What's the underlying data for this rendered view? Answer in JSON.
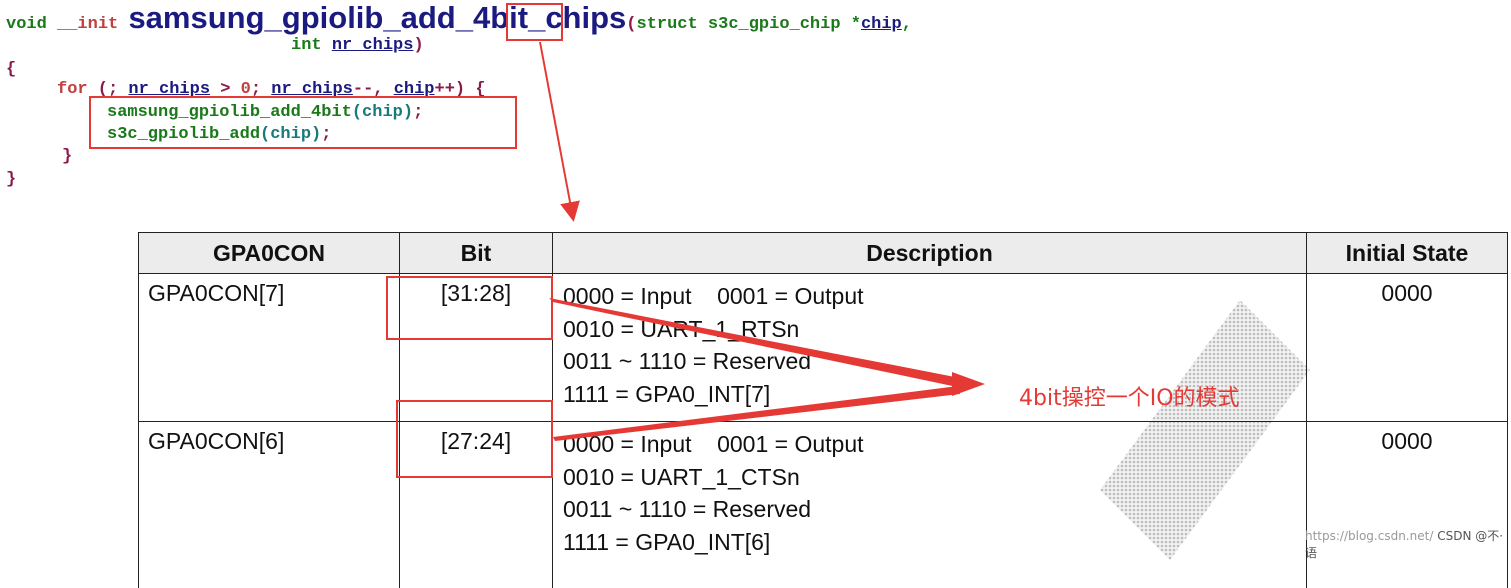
{
  "code": {
    "line1": {
      "kw_void": "void",
      "kw_init": "__init",
      "func_name_a": "samsung_gpiolib_add_",
      "func_name_b": "4bit",
      "func_name_c": "_chips",
      "open_paren": "(",
      "kw_struct": "struct s3c_gpio_chip *",
      "param1": "chip",
      "comma": ","
    },
    "line2": {
      "kw_int": "int",
      "param2": "nr_chips",
      "close_paren": ")"
    },
    "line3": "{",
    "line4": {
      "kw_for": "for",
      "part1": " (; ",
      "var1": "nr_chips",
      "op1": " > ",
      "zero": "0",
      "part2": "; ",
      "var2": "nr_chips",
      "part3": "--, ",
      "var3": "chip",
      "part4": "++) {"
    },
    "line5": {
      "call": "samsung_gpiolib_add_4bit",
      "arg": "(chip)",
      "end": ";"
    },
    "line6": {
      "call": "s3c_gpiolib_add",
      "arg": "(chip)",
      "end": ";"
    },
    "line7": "}",
    "line8": "}"
  },
  "table": {
    "headers": [
      "GPA0CON",
      "Bit",
      "Description",
      "Initial State"
    ],
    "rows": [
      {
        "name": "GPA0CON[7]",
        "bit": "[31:28]",
        "desc": [
          "0000 = Input    0001 = Output",
          "0010 = UART_1_RTSn",
          "0011 ~ 1110 = Reserved",
          "1111 = GPA0_INT[7]"
        ],
        "initial": "0000"
      },
      {
        "name": "GPA0CON[6]",
        "bit": "[27:24]",
        "desc": [
          "0000 = Input    0001 = Output",
          "0010 = UART_1_CTSn",
          "0011 ~ 1110 = Reserved",
          "1111 = GPA0_INT[6]"
        ],
        "initial": "0000"
      }
    ]
  },
  "annotation": "4bit操控一个IO的模式",
  "watermark_csdn": "https://blog.csdn.net/",
  "watermark_author": "CSDN @不·语",
  "colors": {
    "annotation": "#e53935",
    "code_green": "#1a7a1a",
    "func_blue": "#1a1a80"
  }
}
